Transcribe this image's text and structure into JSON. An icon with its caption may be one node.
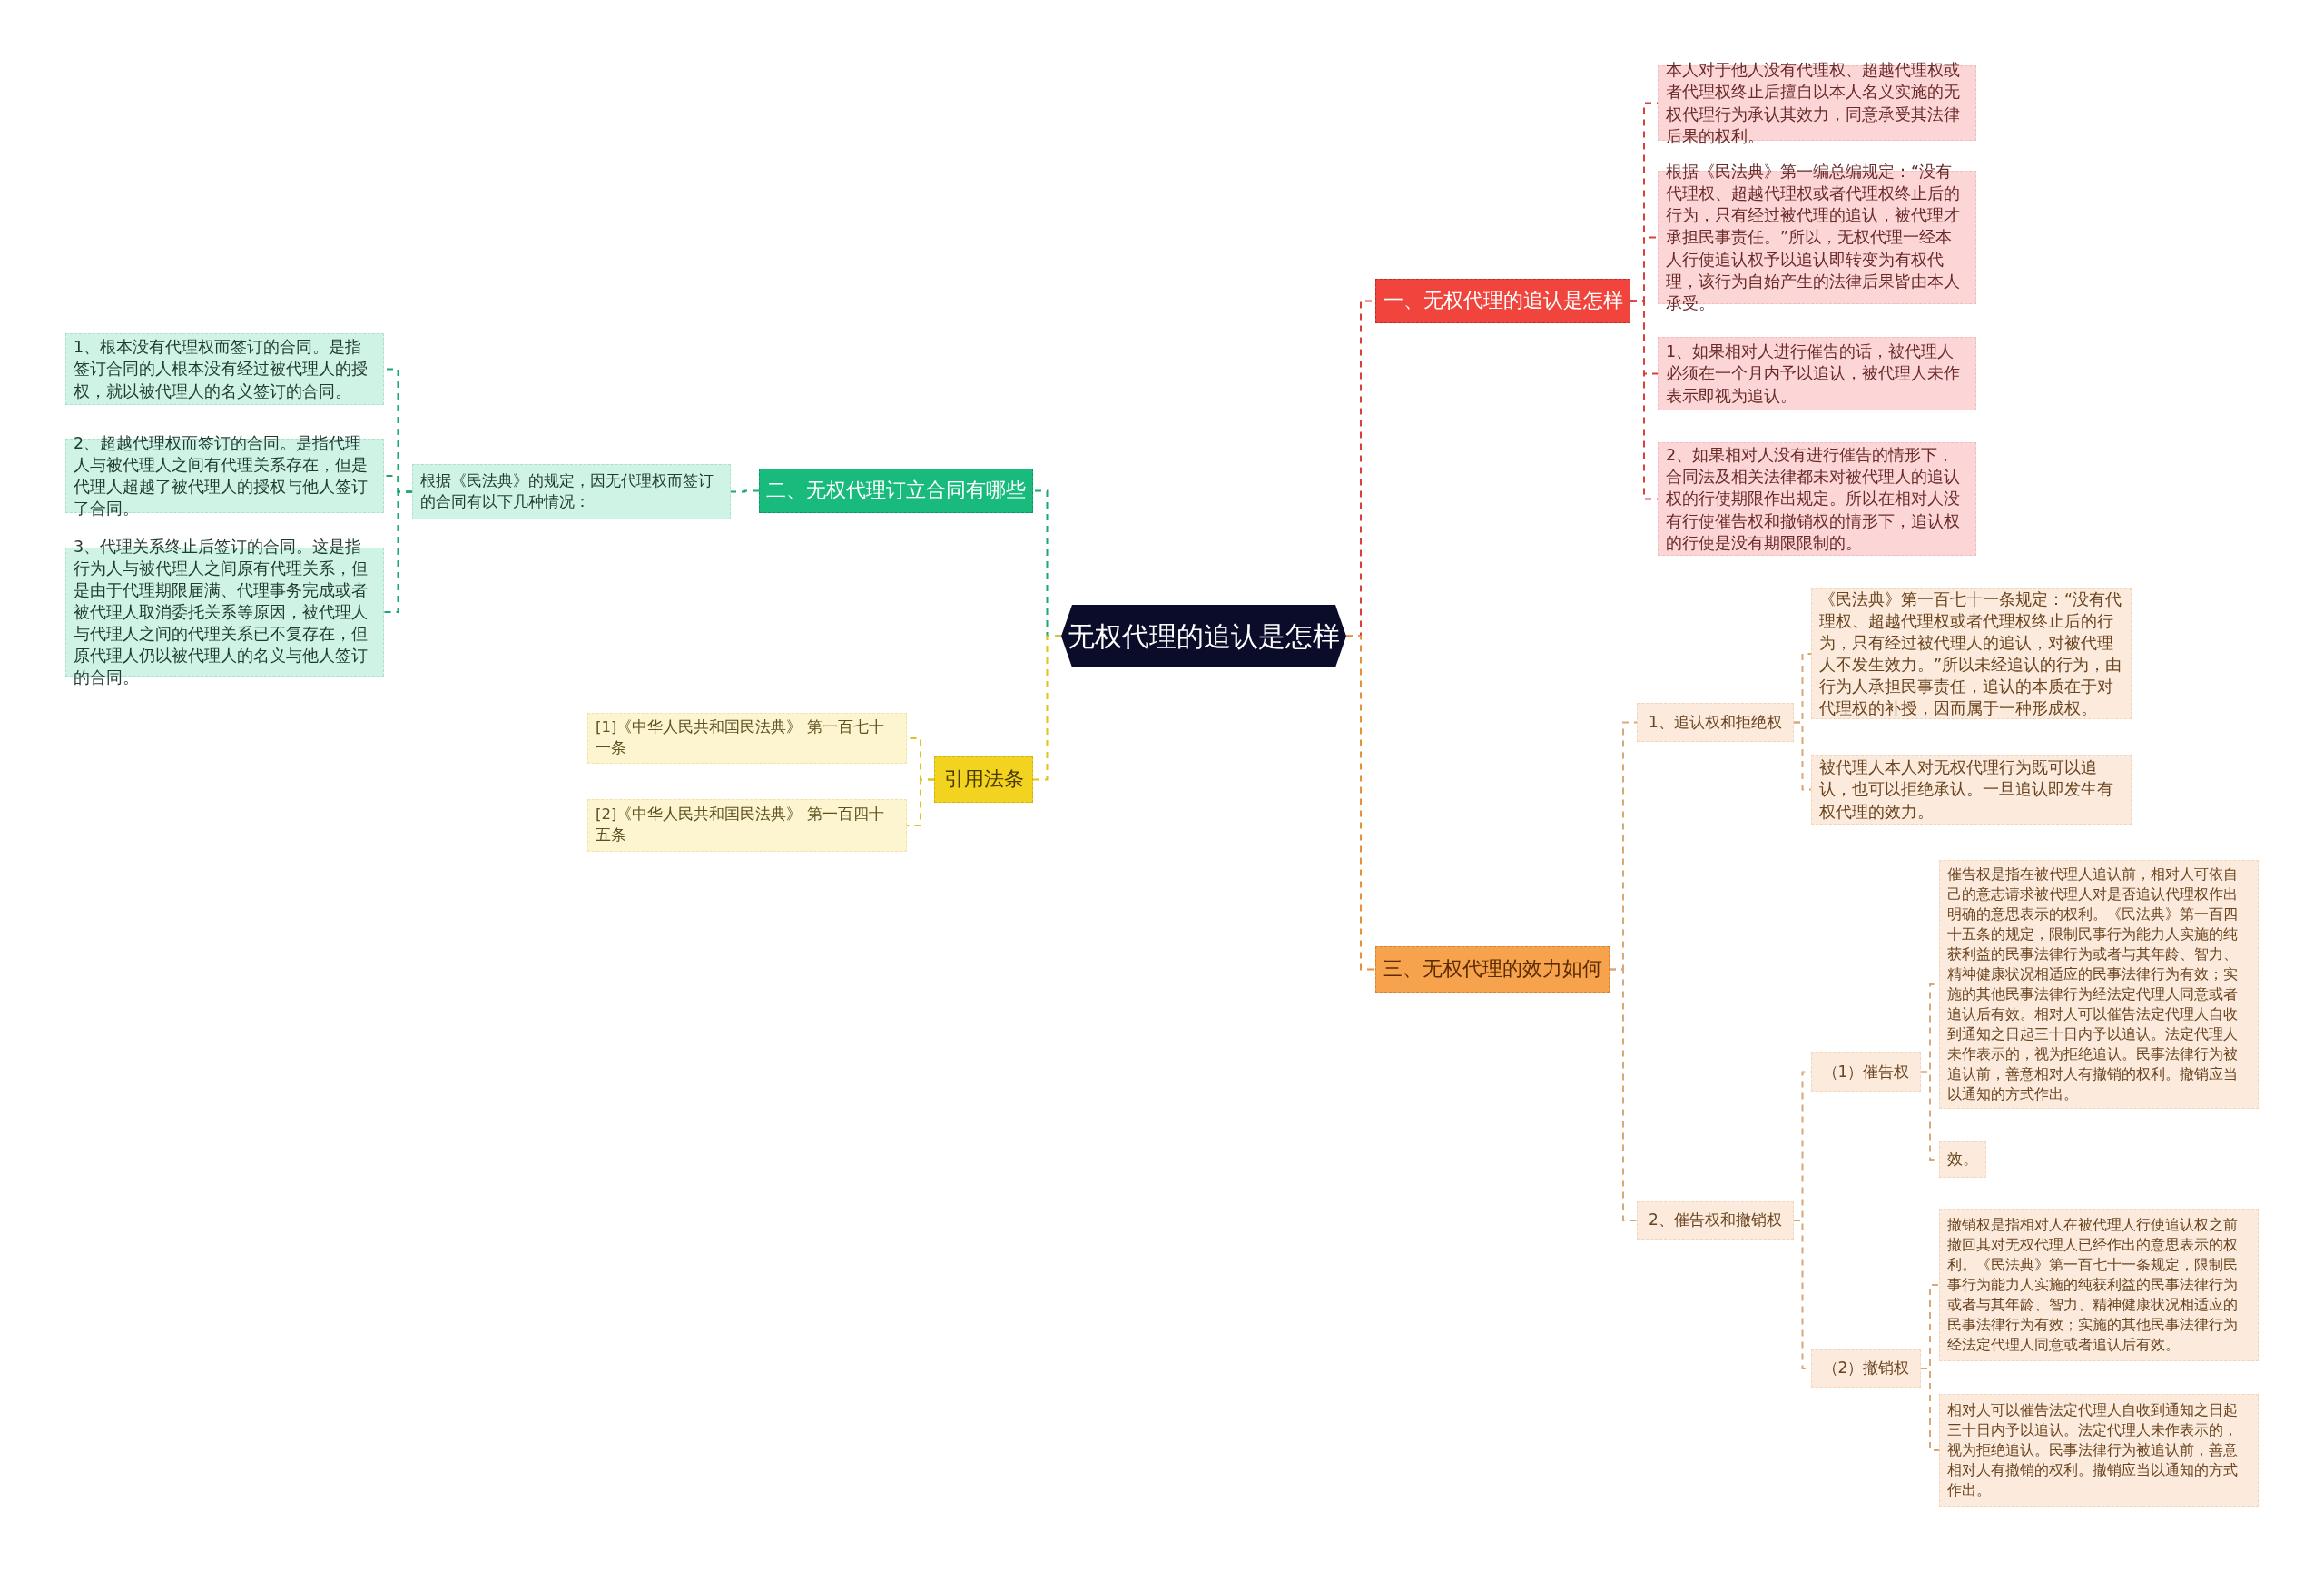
{
  "diagram": {
    "nodes": [
      {
        "text": [
          "无权代理的追认是怎样"
        ]
      },
      {
        "text": [
          "一、无权代理的追认是怎样"
        ]
      },
      {
        "text": [
          "本人对于他人没有代理权、超越代理权或者代理权终止后擅自以本人名义实施的无权代理行为承认其效力，同意承受其法律后果的权利。"
        ]
      },
      {
        "text": [
          "根据《民法典》第一编总编规定：“没有代理权、超越代理权或者代理权终止后的行为，只有经过被代理的追认，被代理才承担民事责任。”所以，无权代理一经本人行使追认权予以追认即转变为有权代理，该行为自始产生的法律后果皆由本人承受。"
        ]
      },
      {
        "text": [
          "1、如果相对人进行催告的话，被代理人必须在一个月内予以追认，被代理人未作表示即视为追认。"
        ]
      },
      {
        "text": [
          "2、如果相对人没有进行催告的情形下，合同法及相关法律都未对被代理人的追认权的行使期限作出规定。所以在相对人没有行使催告权和撤销权的情形下，追认权的行使是没有期限限制的。"
        ]
      },
      {
        "text": [
          "二、无权代理订立合同有哪些"
        ]
      },
      {
        "text": [
          "根据《民法典》的规定，因无代理权而签订的合同有以下几种情况："
        ]
      },
      {
        "text": [
          "1、根本没有代理权而签订的合同。是指签订合同的人根本没有经过被代理人的授权，就以被代理人的名义签订的合同。"
        ]
      },
      {
        "text": [
          "2、超越代理权而签订的合同。是指代理人与被代理人之间有代理关系存在，但是代理人超越了被代理人的授权与他人签订了合同。"
        ]
      },
      {
        "text": [
          "3、代理关系终止后签订的合同。这是指行为人与被代理人之间原有代理关系，但是由于代理期限届满、代理事务完成或者被代理人取消委托关系等原因，被代理人与代理人之间的代理关系已不复存在，但原代理人仍以被代理人的名义与他人签订的合同。"
        ]
      },
      {
        "text": [
          "引用法条"
        ]
      },
      {
        "text": [
          "[1]《中华人民共和国民法典》 第一百七十一条"
        ]
      },
      {
        "text": [
          "[2]《中华人民共和国民法典》 第一百四十五条"
        ]
      },
      {
        "text": [
          "三、无权代理的效力如何"
        ]
      },
      {
        "text": [
          "1、追认权和拒绝权"
        ]
      },
      {
        "text": [
          "《民法典》第一百七十一条规定：“没有代理权、超越代理权或者代理权终止后的行为，只有经过被代理人的追认，对被代理人不发生效力。”所以未经追认的行为，由行为人承担民事责任，追认的本质在于对代理权的补授，因而属于一种形成权。"
        ]
      },
      {
        "text": [
          "被代理人本人对无权代理行为既可以追认，也可以拒绝承认。一旦追认即发生有权代理的效力。"
        ]
      },
      {
        "text": [
          "2、催告权和撤销权"
        ]
      },
      {
        "text": [
          "（1）催告权"
        ]
      },
      {
        "text": [
          "催告权是指在被代理人追认前，相对人可依自己的意志请求被代理人对是否追认代理权作出明确的意思表示的权利。《民法典》第一百四十五条的规定，限制民事行为能力人实施的纯获利益的民事法律行为或者与其年龄、智力、精神健康状况相适应的民事法律行为有效；实施的其他民事法律行为经法定代理人同意或者追认后有效。相对人可以催告法定代理人自收到通知之日起三十日内予以追认。法定代理人未作表示的，视为拒绝追认。民事法律行为被追认前，善意相对人有撤销的权利。撤销应当以通知的方式作出。"
        ]
      },
      {
        "text": [
          "效。"
        ]
      },
      {
        "text": [
          "（2）撤销权"
        ]
      },
      {
        "text": [
          "撤销权是指相对人在被代理人行使追认权之前撤回其对无权代理人已经作出的意思表示的权利。《民法典》第一百七十一条规定，限制民事行为能力人实施的纯获利益的民事法律行为或者与其年龄、智力、精神健康状况相适应的民事法律行为有效；实施的其他民事法律行为经法定代理人同意或者追认后有效。"
        ]
      },
      {
        "text": [
          "相对人可以催告法定代理人自收到通知之日起三十日内予以追认。法定代理人未作表示的，视为拒绝追认。民事法律行为被追认前，善意相对人有撤销的权利。撤销应当以通知的方式作出。"
        ]
      }
    ],
    "edges": [
      {
        "from": 0,
        "to": 1,
        "arrow": "none",
        "style": "dashed",
        "color": "#d9403a"
      },
      {
        "from": 1,
        "to": 2,
        "arrow": "none",
        "style": "dashed",
        "color": "#d9403a"
      },
      {
        "from": 1,
        "to": 3,
        "arrow": "none",
        "style": "dashed",
        "color": "#d9403a"
      },
      {
        "from": 1,
        "to": 4,
        "arrow": "none",
        "style": "dashed",
        "color": "#d9403a"
      },
      {
        "from": 1,
        "to": 5,
        "arrow": "none",
        "style": "dashed",
        "color": "#d9403a"
      },
      {
        "from": 0,
        "to": 6,
        "arrow": "none",
        "style": "dashed",
        "color": "#1aa86f"
      },
      {
        "from": 6,
        "to": 7,
        "arrow": "none",
        "style": "dashed",
        "color": "#1aa86f"
      },
      {
        "from": 7,
        "to": 8,
        "arrow": "none",
        "style": "dashed",
        "color": "#1aa86f"
      },
      {
        "from": 7,
        "to": 9,
        "arrow": "none",
        "style": "dashed",
        "color": "#1aa86f"
      },
      {
        "from": 7,
        "to": 10,
        "arrow": "none",
        "style": "dashed",
        "color": "#1aa86f"
      },
      {
        "from": 0,
        "to": 11,
        "arrow": "none",
        "style": "dashed",
        "color": "#e2c21c"
      },
      {
        "from": 11,
        "to": 12,
        "arrow": "none",
        "style": "dashed",
        "color": "#e2c21c"
      },
      {
        "from": 11,
        "to": 13,
        "arrow": "none",
        "style": "dashed",
        "color": "#e2c21c"
      },
      {
        "from": 0,
        "to": 14,
        "arrow": "none",
        "style": "dashed",
        "color": "#e8913c"
      },
      {
        "from": 14,
        "to": 15,
        "arrow": "none",
        "style": "dashed",
        "color": "#d8a878"
      },
      {
        "from": 15,
        "to": 16,
        "arrow": "none",
        "style": "dashed",
        "color": "#d8a878"
      },
      {
        "from": 15,
        "to": 17,
        "arrow": "none",
        "style": "dashed",
        "color": "#d8a878"
      },
      {
        "from": 14,
        "to": 18,
        "arrow": "none",
        "style": "dashed",
        "color": "#d8a878"
      },
      {
        "from": 18,
        "to": 19,
        "arrow": "none",
        "style": "dashed",
        "color": "#d8a878"
      },
      {
        "from": 19,
        "to": 20,
        "arrow": "none",
        "style": "dashed",
        "color": "#d8a878"
      },
      {
        "from": 19,
        "to": 21,
        "arrow": "none",
        "style": "dashed",
        "color": "#d8a878"
      },
      {
        "from": 18,
        "to": 22,
        "arrow": "none",
        "style": "dashed",
        "color": "#d8a878"
      },
      {
        "from": 22,
        "to": 23,
        "arrow": "none",
        "style": "dashed",
        "color": "#d8a878"
      },
      {
        "from": 22,
        "to": 24,
        "arrow": "none",
        "style": "dashed",
        "color": "#d8a878"
      }
    ]
  }
}
